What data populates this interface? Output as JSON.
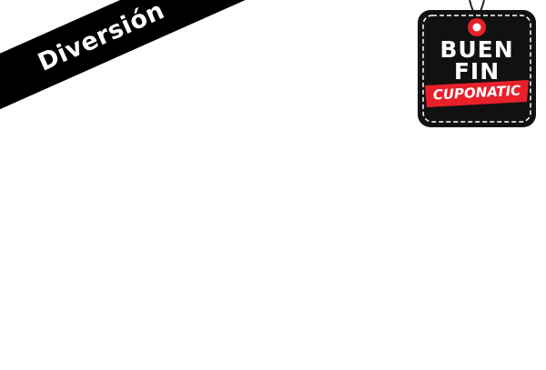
{
  "ribbon": {
    "label": "Diversión"
  },
  "badge": {
    "title_line1": "BUEN",
    "title_line2": "FIN",
    "brand": "CUPONATIC",
    "colors": {
      "background": "#111111",
      "accent": "#e8202a",
      "text": "#ffffff"
    }
  }
}
